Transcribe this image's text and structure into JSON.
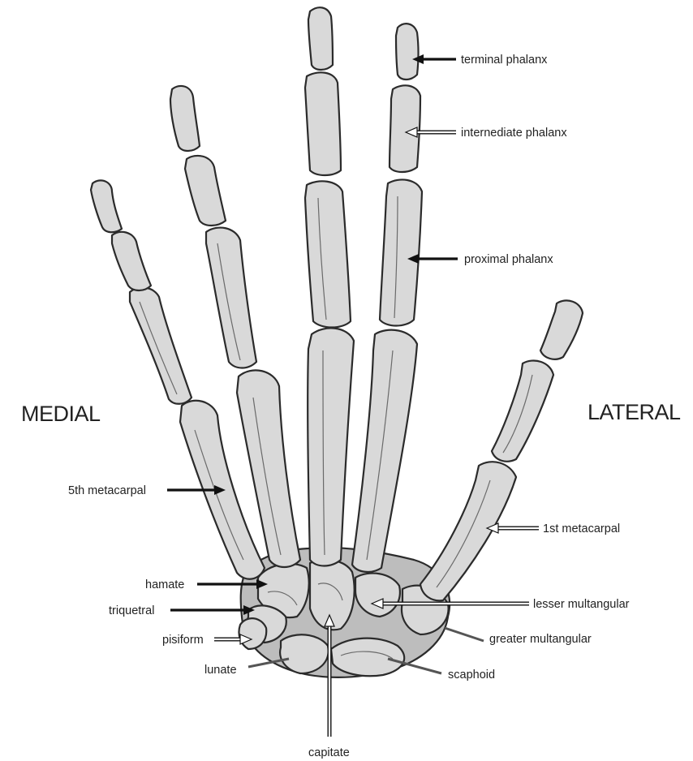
{
  "orientation": {
    "medial": "MEDIAL",
    "lateral": "LATERAL"
  },
  "labels": {
    "terminal_phalanx": "terminal phalanx",
    "intermediate_phalanx": "internediate phalanx",
    "proximal_phalanx": "proximal phalanx",
    "fifth_metacarpal": "5th metacarpal",
    "first_metacarpal": "1st metacarpal",
    "hamate": "hamate",
    "triquetral": "triquetral",
    "pisiform": "pisiform",
    "lunate": "lunate",
    "capitate": "capitate",
    "scaphoid": "scaphoid",
    "lesser_multangular": "lesser multangular",
    "greater_multangular": "greater multangular"
  },
  "colors": {
    "bone_fill": "#d9d9d9",
    "bone_outline": "#2b2b2b",
    "text": "#222222",
    "background": "#ffffff"
  }
}
